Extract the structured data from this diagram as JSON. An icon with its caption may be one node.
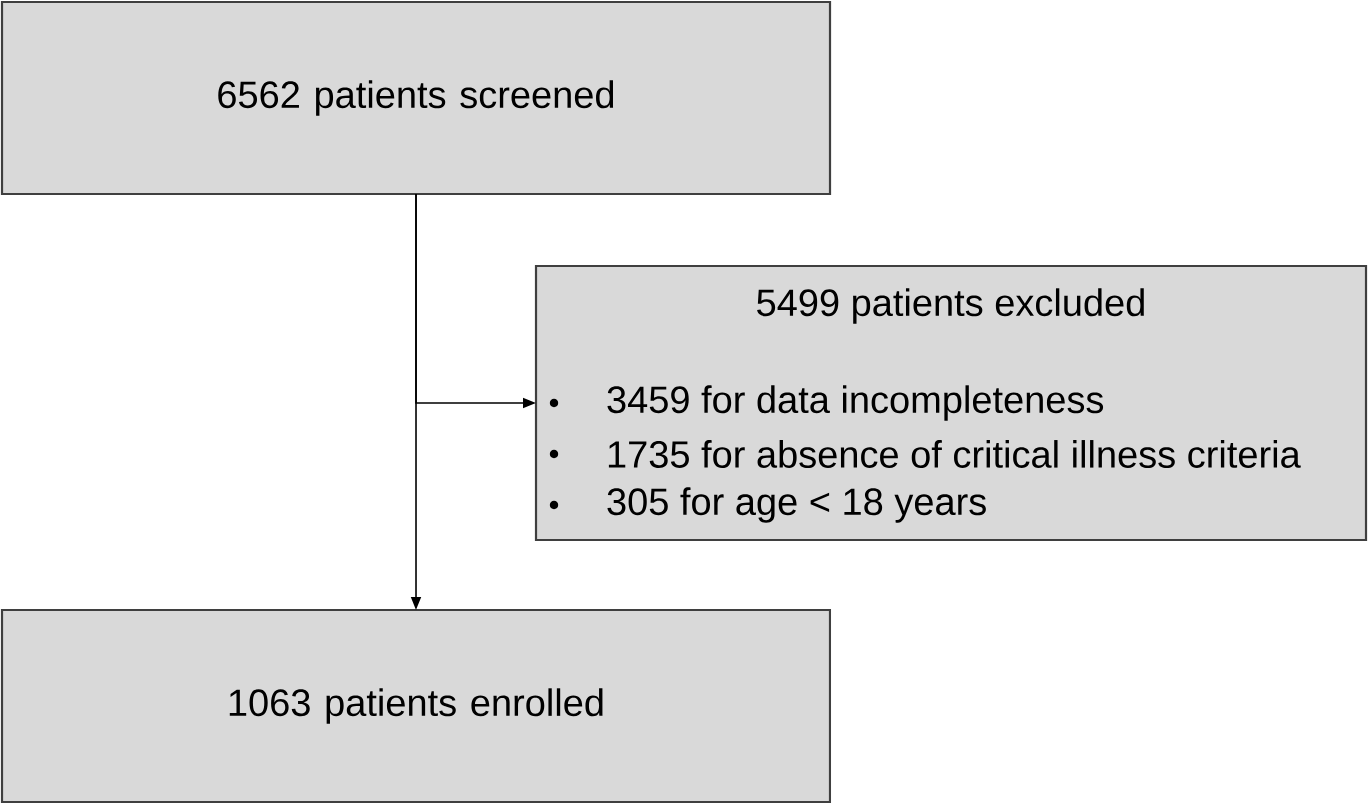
{
  "diagram": {
    "nodes": [
      {
        "text": [
          "6562 patients screened"
        ]
      },
      {
        "text": [
          "5499 patients excluded",
          "3459 for data incompleteness",
          "1735 for absence of critical illness criteria",
          "305 for age < 18 years"
        ]
      },
      {
        "text": [
          "1063 patients enrolled"
        ]
      }
    ],
    "edges": [
      {
        "from": 0,
        "to": 2,
        "arrow": "to"
      },
      {
        "from": 0,
        "to": 1,
        "arrow": "to"
      }
    ]
  }
}
